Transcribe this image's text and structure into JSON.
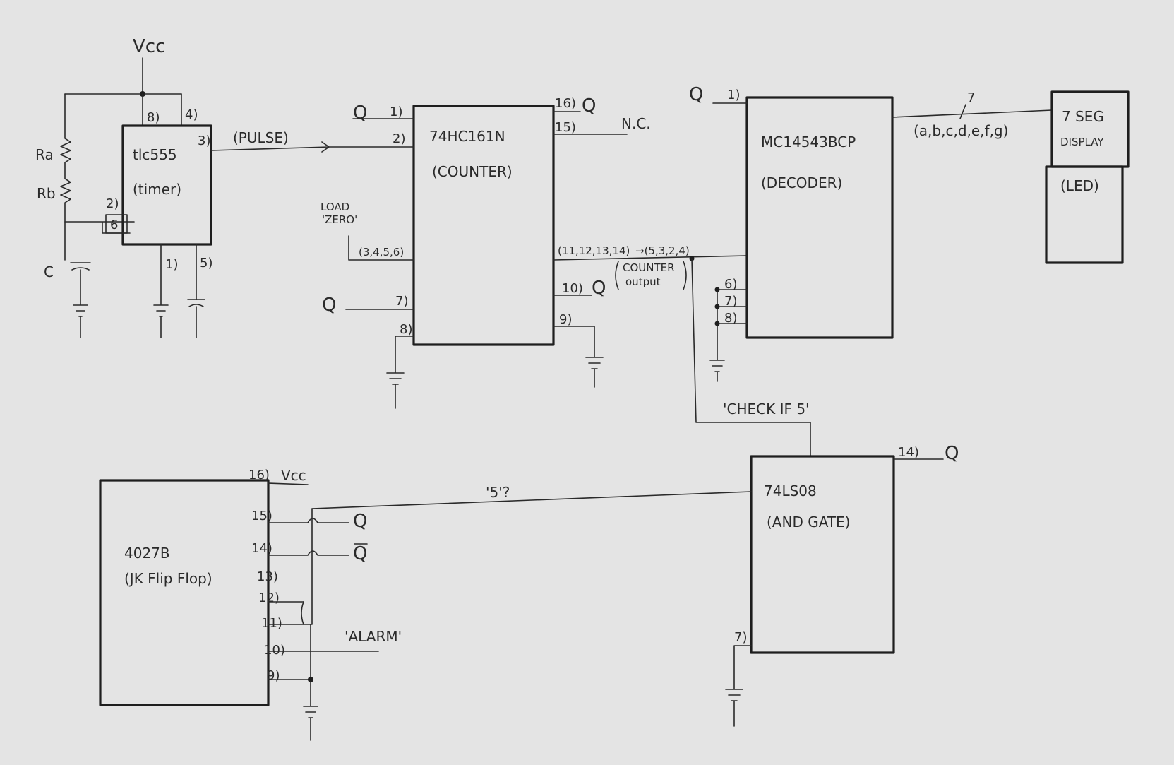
{
  "timer": {
    "vcc": "Vcc",
    "ra": "Ra",
    "rb": "Rb",
    "c": "C",
    "name": "tlc555",
    "role": "(timer)",
    "pins": {
      "p8": "8)",
      "p4": "4)",
      "p3": "3)",
      "p2": "2)",
      "p6": "6",
      "p1": "1)",
      "p5": "5)"
    },
    "pulse": "(PULSE)"
  },
  "counter": {
    "name": "74HC161N",
    "role": "(COUNTER)",
    "pins": {
      "p1": "1)",
      "p2": "2)",
      "p16": "16)",
      "p15": "15)",
      "p3456": "(3,4,5,6)",
      "p7": "7)",
      "p8": "8)",
      "p10": "10)",
      "p9": "9)"
    },
    "q1": "Q",
    "q16": "Q",
    "q7": "Q",
    "q10": "Q",
    "nc": "N.C.",
    "load_line1": "LOAD",
    "load_line2": "'ZERO'",
    "outputs": "(11,12,13,14)",
    "outputs_arrow": "→(5,3,2,4)",
    "output_label_1": "COUNTER",
    "output_label_2": "output"
  },
  "decoder": {
    "name": "MC14543BCP",
    "role": "(DECODER)",
    "q": "Q",
    "pins": {
      "p1": "1)",
      "p6": "6)",
      "p7": "7)",
      "p8": "8)"
    },
    "bus_width": "7",
    "segments": "(a,b,c,d,e,f,g)"
  },
  "display": {
    "line1": "7 SEG",
    "line2": "DISPLAY",
    "role": "(LED)"
  },
  "and_gate": {
    "name": "74LS08",
    "role": "(AND GATE)",
    "check": "'CHECK IF 5'",
    "five": "'5'?",
    "pins": {
      "p14": "14)",
      "p7": "7)"
    },
    "q": "Q"
  },
  "flipflop": {
    "name": "4027B",
    "role": "(JK Flip Flop)",
    "vcc": "Vcc",
    "pins": {
      "p16": "16)",
      "p15": "15)",
      "p14": "14)",
      "p13": "13)",
      "p12": "12)",
      "p11": "11)",
      "p10": "10)",
      "p9": "9)"
    },
    "q": "Q",
    "qbar": "Q",
    "alarm": "'ALARM'"
  }
}
